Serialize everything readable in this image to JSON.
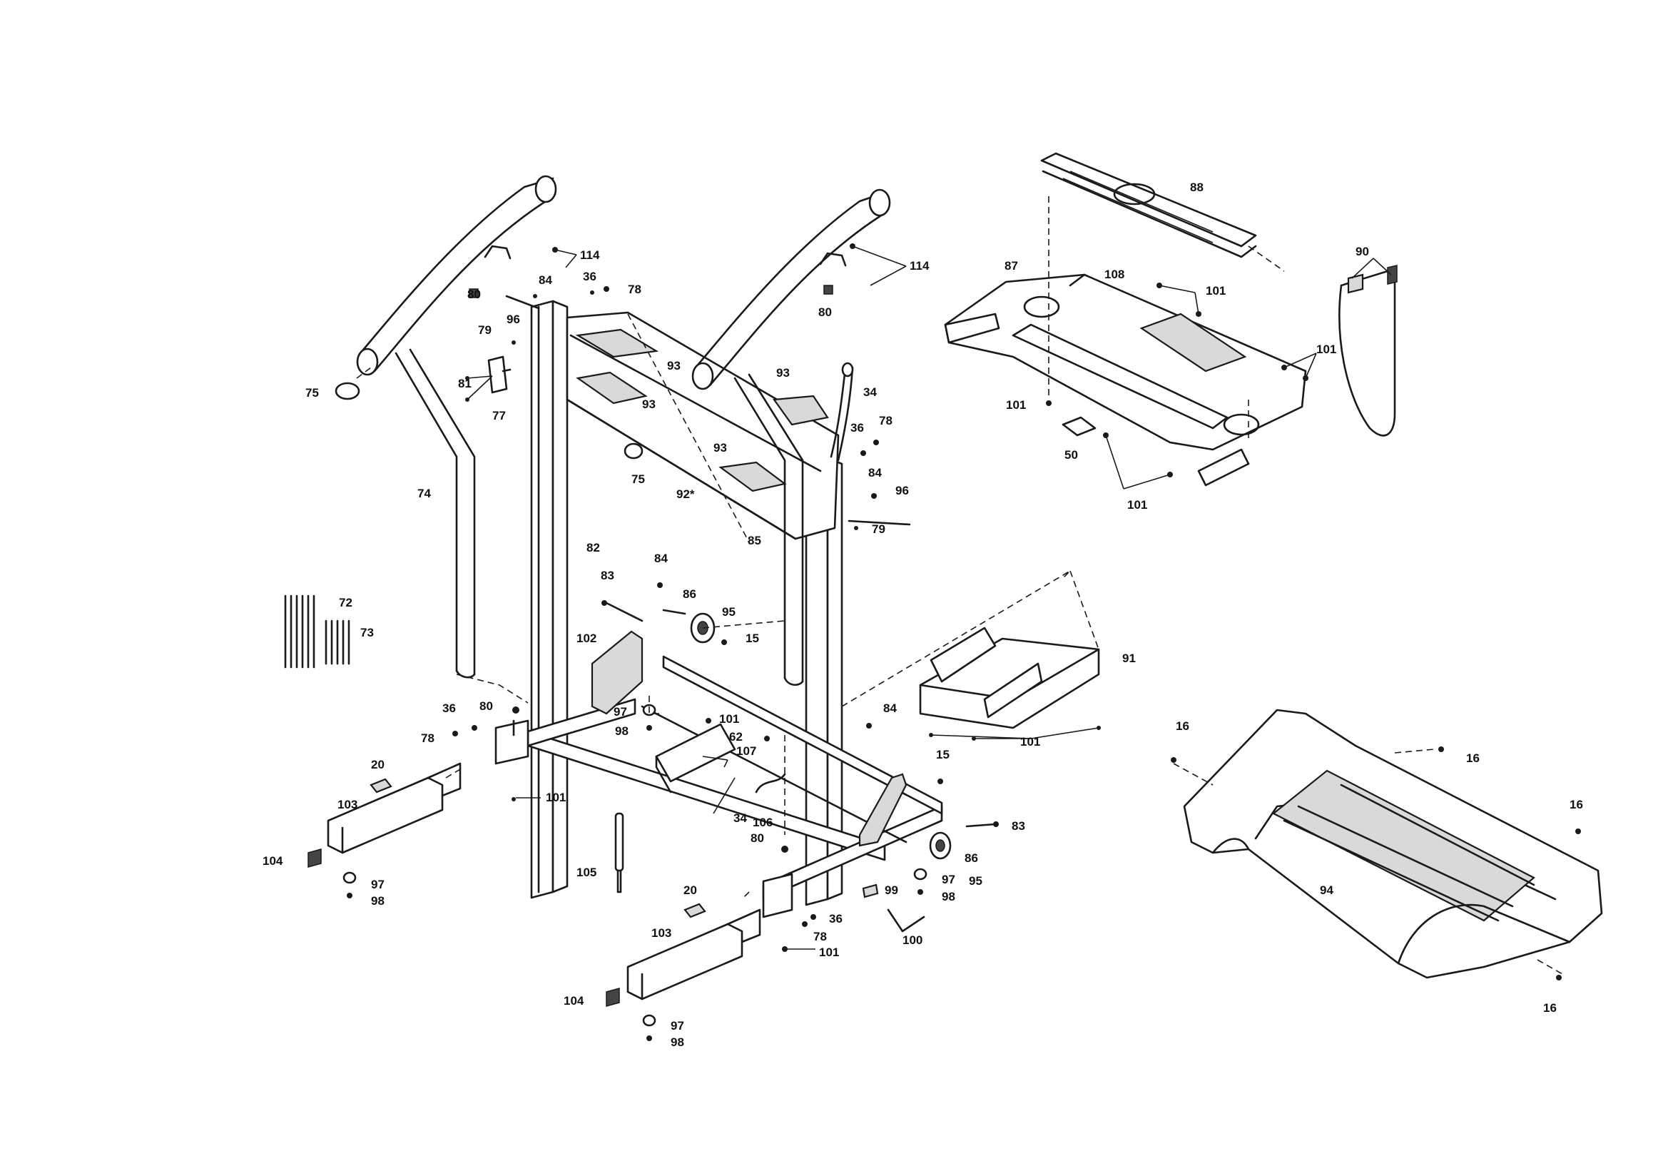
{
  "labels": {
    "p114a": "114",
    "p114b": "114",
    "p80a": "80",
    "p84a": "84",
    "p36a": "36",
    "p78a": "78",
    "p96a": "96",
    "p79a": "79",
    "p81": "81",
    "p77": "77",
    "p75a": "75",
    "p93a": "93",
    "p93b": "93",
    "p93c": "93",
    "p93d": "93",
    "p80b": "80",
    "p34a": "34",
    "p78b": "78",
    "p36b": "36",
    "p84b": "84",
    "p96b": "96",
    "p79b": "79",
    "p75b": "75",
    "p92": "92*",
    "p74": "74",
    "p82": "82",
    "p85": "85",
    "p72": "72",
    "p73": "73",
    "p83a": "83",
    "p84c": "84",
    "p86a": "86",
    "p95a": "95",
    "p15a": "15",
    "p102": "102",
    "p36c": "36",
    "p80c": "80",
    "p78c": "78",
    "p97a": "97",
    "p98a": "98",
    "p101a": "101",
    "p62": "62",
    "p107": "107",
    "p34b": "34",
    "p106": "106",
    "p80d": "80",
    "p20a": "20",
    "p103a": "103",
    "p101b": "101",
    "p104a": "104",
    "p97b": "97",
    "p98b": "98",
    "p105": "105",
    "p20b": "20",
    "p103b": "103",
    "p104b": "104",
    "p97c": "97",
    "p98c": "98",
    "p36d": "36",
    "p78d": "78",
    "p101c": "101",
    "p99": "99",
    "p100": "100",
    "p97d": "97",
    "p98d": "98",
    "p95b": "95",
    "p86b": "86",
    "p83b": "83",
    "p15b": "15",
    "p84d": "84",
    "p91": "91",
    "p101d": "101",
    "p88": "88",
    "p87": "87",
    "p108": "108",
    "p101e": "101",
    "p101f": "101",
    "p101g": "101",
    "p50": "50",
    "p101h": "101",
    "p90": "90",
    "p16a": "16",
    "p16b": "16",
    "p16c": "16",
    "p94": "94",
    "p16d": "16"
  }
}
